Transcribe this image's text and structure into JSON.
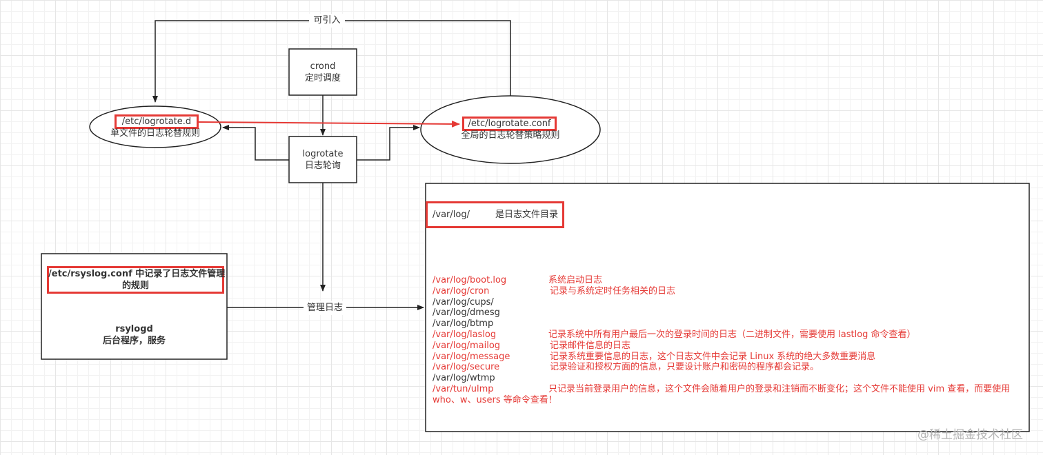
{
  "nodes": {
    "crond": {
      "line1": "crond",
      "line2": "定时调度"
    },
    "logrotate": {
      "line1": "logrotate",
      "line2": "日志轮询"
    },
    "logrotate_d": {
      "path": "/etc/logrotate.d",
      "desc": "单文件的日志轮替规则"
    },
    "logrotate_conf": {
      "path": "/etc/logrotate.conf",
      "desc": "全局的日志轮替策略规则"
    },
    "rsyslog": {
      "conf_line1": "/etc/rsyslog.conf 中记录了日志文件管理",
      "conf_line2": "的规则",
      "daemon_line1": "rsylogd",
      "daemon_line2": "后台程序，服务"
    }
  },
  "edge_labels": {
    "include": "可引入",
    "manage": "管理日志"
  },
  "var_log": {
    "header_path": "/var/log/",
    "header_desc": "是日志文件目录",
    "entries": [
      {
        "path": "/var/log/boot.log",
        "desc": "系统启动日志",
        "highlight": true
      },
      {
        "path": "/var/log/cron",
        "desc": "记录与系统定时任务相关的日志",
        "highlight": true
      },
      {
        "path": "/var/log/cups/",
        "desc": "",
        "highlight": false
      },
      {
        "path": "/var/log/dmesg",
        "desc": "",
        "highlight": false
      },
      {
        "path": "/var/log/btmp",
        "desc": "",
        "highlight": false
      },
      {
        "path": "/var/log/laslog",
        "desc": "记录系统中所有用户最后一次的登录时间的日志（二进制文件，需要使用 lastlog 命令查看）",
        "highlight": true
      },
      {
        "path": "/var/log/mailog",
        "desc": "记录邮件信息的日志",
        "highlight": true
      },
      {
        "path": "/var/log/message",
        "desc": "记录系统重要信息的日志，这个日志文件中会记录 Linux 系统的绝大多数重要消息",
        "highlight": true
      },
      {
        "path": "/var/log/secure",
        "desc": "记录验证和授权方面的信息，只要设计账户和密码的程序都会记录。",
        "highlight": true
      },
      {
        "path": "/var/log/wtmp",
        "desc": "",
        "highlight": false
      },
      {
        "path": "/var/tun/ulmp",
        "desc": "只记录当前登录用户的信息，这个文件会随着用户的登录和注销而不断变化；这个文件不能使用 vim 查看，而要使用",
        "highlight": true
      }
    ],
    "continuation": "who、w、users 等命令查看！"
  },
  "watermark": "@稀土掘金技术社区",
  "colors": {
    "highlight": "#e53935",
    "normal": "#333333",
    "stroke": "#222222"
  }
}
